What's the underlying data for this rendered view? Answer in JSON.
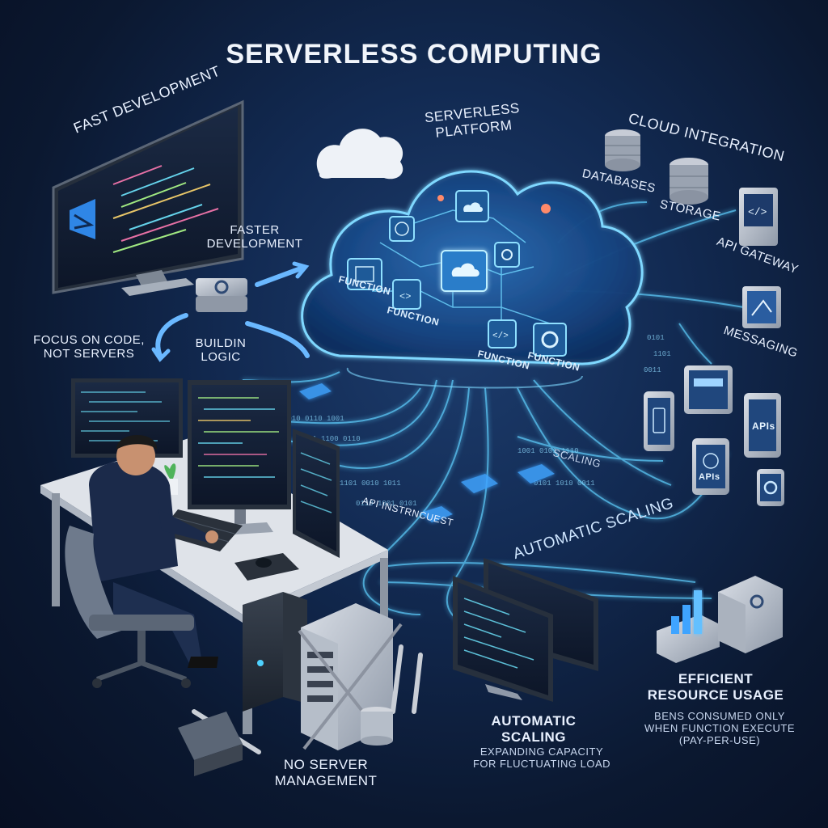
{
  "title": "SERVERLESS COMPUTING",
  "labels": {
    "fast_development": "FAST DEVELOPMENT",
    "serverless_platform": [
      "SERVERLESS",
      "PLATFORM"
    ],
    "cloud_integration": "CLOUD INTEGRATION",
    "databases": "DATABASES",
    "storage": "STORAGE",
    "api_gateway": "API GATEWAY",
    "messaging": "MESSAGING",
    "faster_development": [
      "FASTER",
      "DEVELOPMENT"
    ],
    "focus_on_code": [
      "FOCUS ON CODE,",
      "NOT SERVERS"
    ],
    "buildin_logic": [
      "BUILDIN",
      "LOGIC"
    ],
    "scaling": "SCALING",
    "automatic_scaling_mid": "AUTOMATIC SCALING",
    "api_request": "API INSTRNCUEST",
    "apis_1": "APIs",
    "apis_2": "APIs",
    "no_server_management": [
      "NO SERVER",
      "MANAGEMENT"
    ],
    "automatic_scaling_bottom": [
      "AUTOMATIC",
      "SCALING"
    ],
    "automatic_scaling_desc": [
      "EXPANDING CAPACITY",
      "FOR FLUCTUATING LOAD"
    ],
    "efficient_resource_usage": [
      "EFFICIENT",
      "RESOURCE USAGE"
    ],
    "efficient_desc": [
      "BENS CONSUMED ONLY",
      "WHEN FUNCTION EXECUTE",
      "(PAY-PER-USE)"
    ]
  },
  "functions": [
    "FUNCTION",
    "FUNCTION",
    "FUNCTION",
    "FUNCTION"
  ],
  "icons": [
    "cloud-icon",
    "database-icon",
    "storage-icon",
    "code-icon",
    "messaging-icon",
    "gear-icon",
    "globe-icon",
    "vscode-icon",
    "server-icon",
    "wrench-icon",
    "bar-chart-icon"
  ],
  "colors": {
    "background": "#0c1a33",
    "glow": "#5fd0ff",
    "cloud_edge": "#7fd8ff",
    "accent": "#2f7fd8"
  }
}
